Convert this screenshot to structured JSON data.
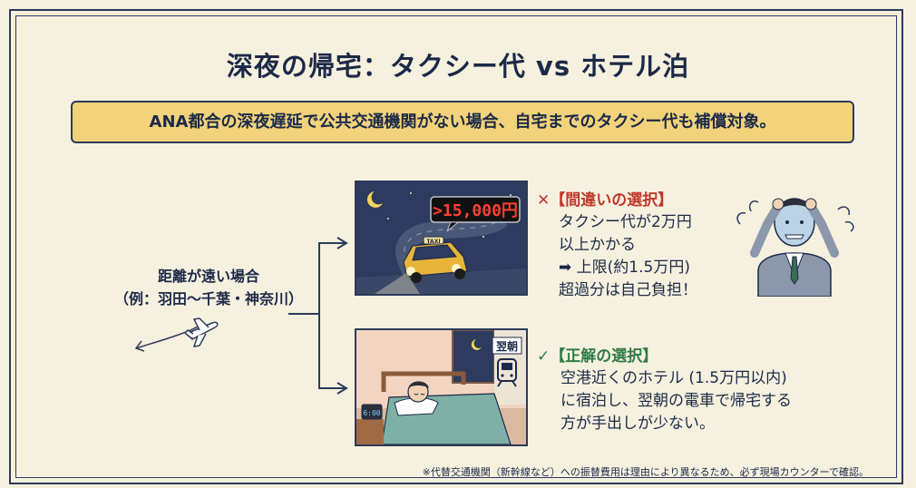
{
  "title": "深夜の帰宅：タクシー代 vs ホテル泊",
  "banner": "ANA都合の深夜遅延で公共交通機関がない場合、自宅までのタクシー代も補償対象。",
  "origin": {
    "line1": "距離が遠い場合",
    "line2": "（例：羽田〜千葉・神奈川）"
  },
  "taxi_scene": {
    "meter": ">15,000円",
    "sign": "TAXI"
  },
  "wrong": {
    "header": "【間違いの選択】",
    "lines": [
      "タクシー代が2万円",
      "以上かかる",
      "➡ 上限(約1.5万円)",
      "超過分は自己負担！"
    ]
  },
  "hotel_scene": {
    "sign": "翌朝"
  },
  "correct": {
    "header": "【正解の選択】",
    "lines": [
      "空港近くのホテル (1.5万円以内)",
      "に宿泊し、翌朝の電車で帰宅する",
      "方が手出しが少ない。"
    ]
  },
  "footnote": "※代替交通機関（新幹線など）への振替費用は理由により異なるため、必ず現場カウンターで確認。",
  "colors": {
    "wrong": "#c0392b",
    "correct": "#2e7d46",
    "banner": "#f2d27a",
    "navy": "#1c2a48"
  }
}
